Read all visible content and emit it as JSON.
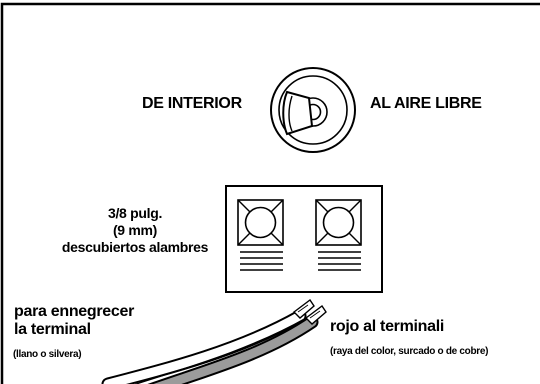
{
  "diagram": {
    "orientation_labels": {
      "indoor": "DE INTERIOR",
      "outdoor": "AL AIRE LIBRE"
    },
    "strip_length": {
      "line1": "3/8 pulg.",
      "line2": "(9 mm)",
      "line3": "descubiertos alambres"
    },
    "black_wire": {
      "line1": "para ennegrecer",
      "line2": "la terminal",
      "note": "(llano o silvera)"
    },
    "red_wire": {
      "label": "rojo al terminali",
      "note": "(raya del color, surcado o de cobre)"
    }
  }
}
